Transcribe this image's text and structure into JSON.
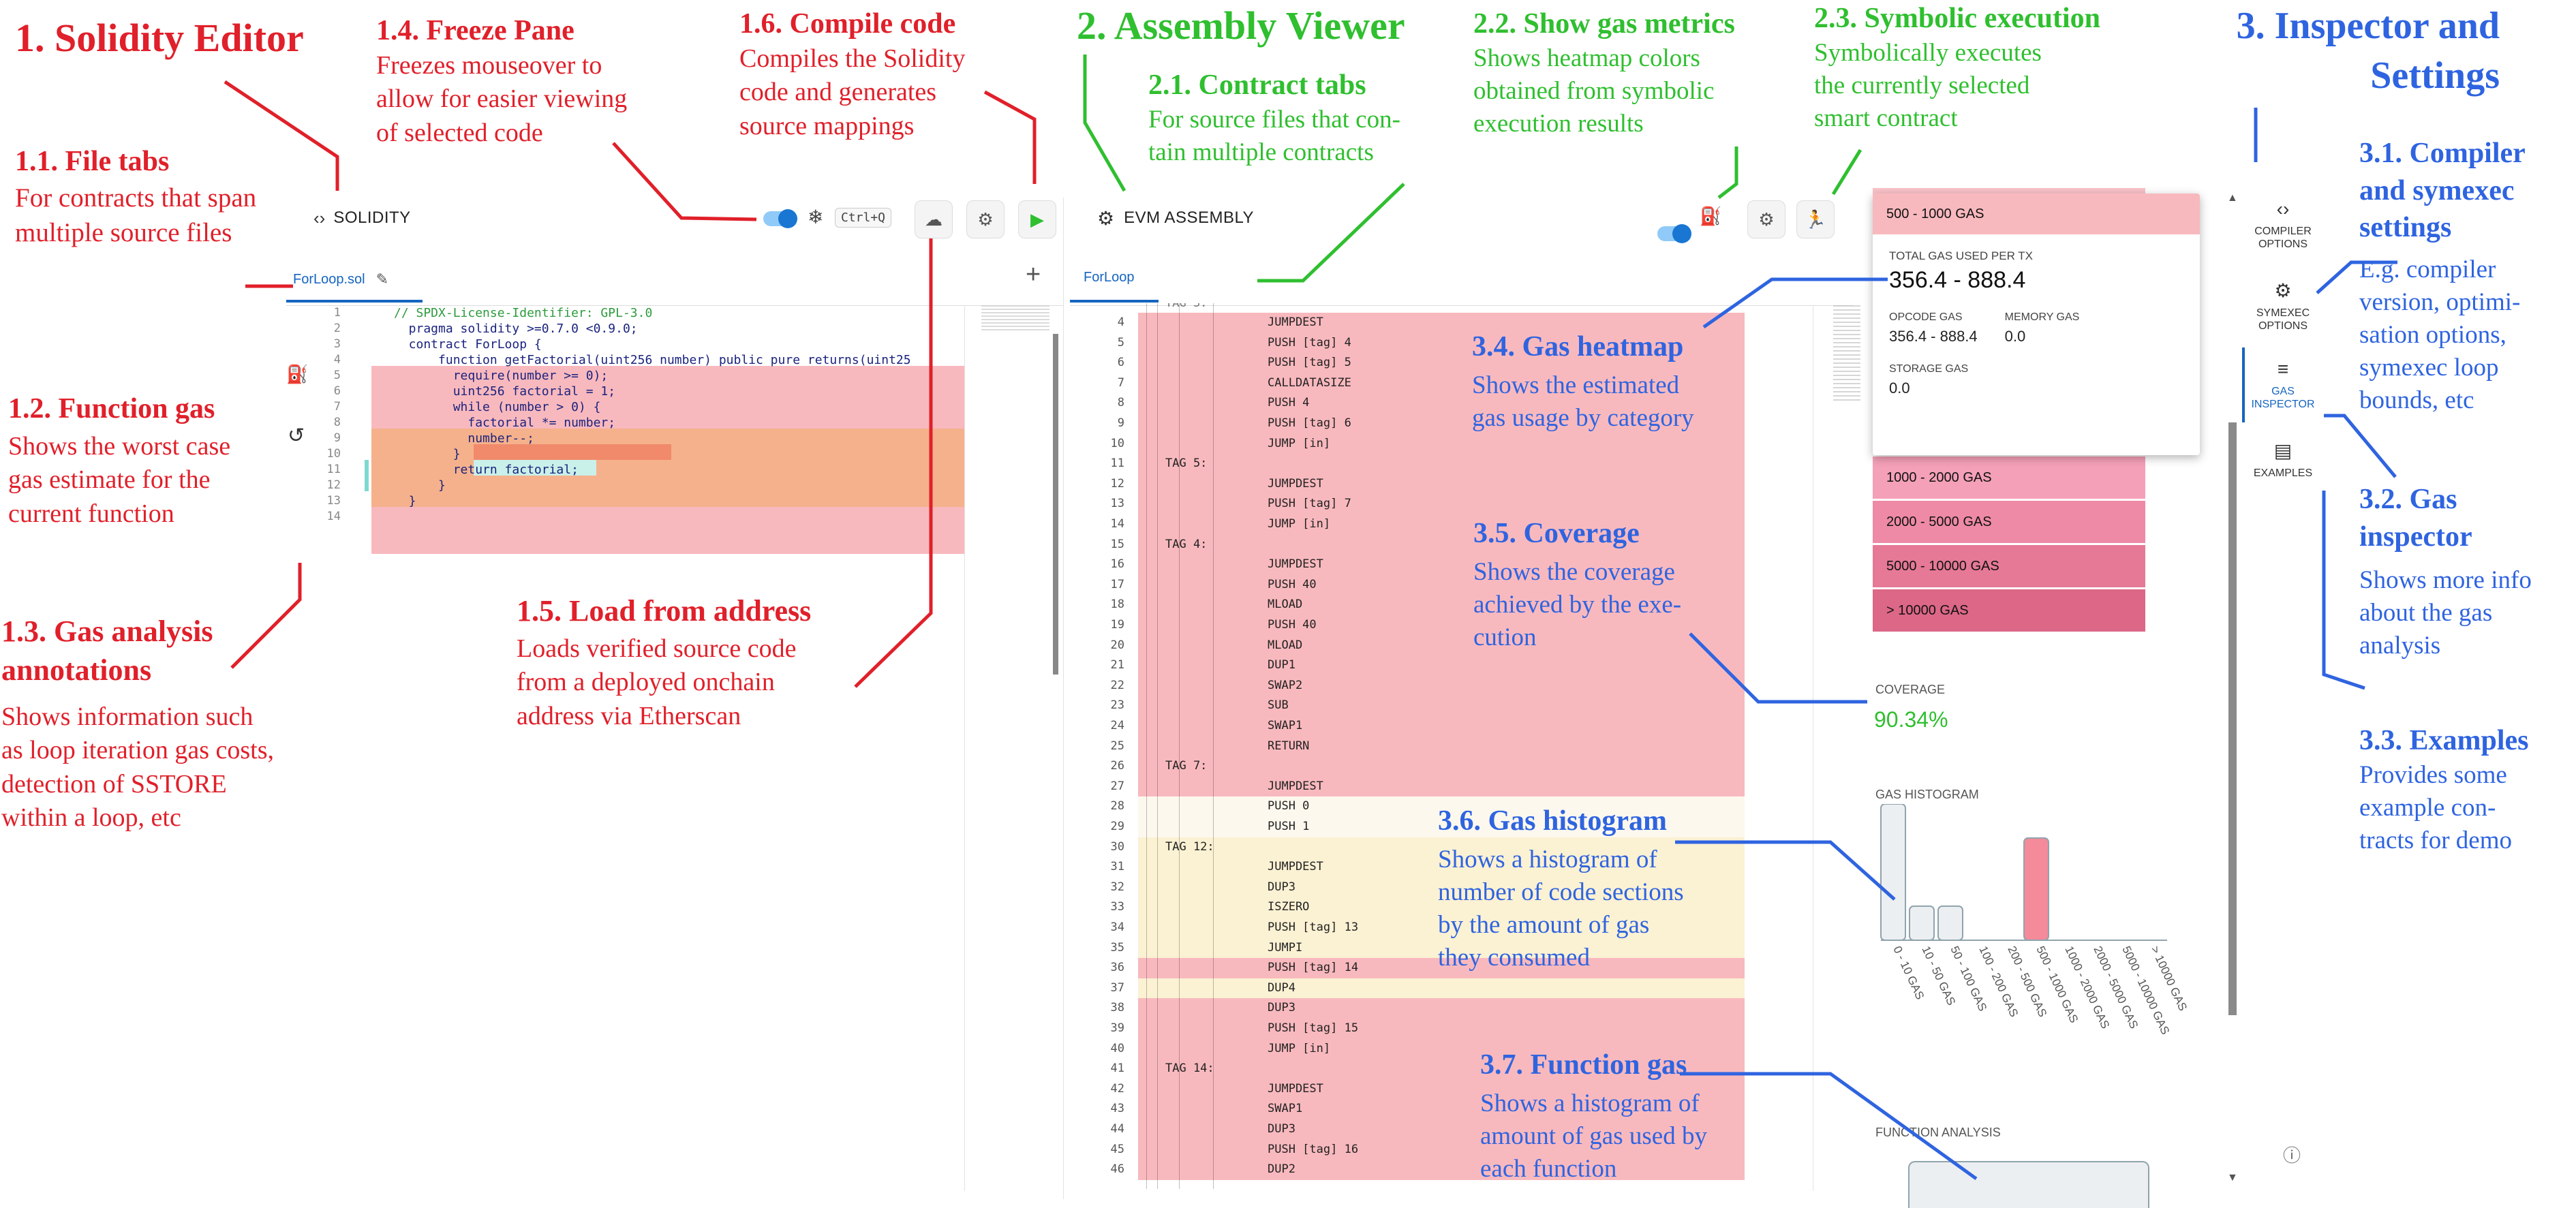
{
  "annotations": {
    "solidity_editor": {
      "title": "1. Solidity Editor"
    },
    "file_tabs": {
      "title": "1.1. File tabs",
      "body": "For contracts that span\nmultiple source files"
    },
    "function_gas": {
      "title": "1.2. Function gas",
      "body": "Shows the worst case\ngas estimate for the\ncurrent function"
    },
    "gas_annotations": {
      "title": "1.3. Gas analysis\nannotations",
      "body": "Shows information such\nas loop iteration gas costs,\ndetection of SSTORE\nwithin a loop, etc"
    },
    "freeze_pane": {
      "title": "1.4. Freeze Pane",
      "body": "Freezes mouseover to\nallow for easier viewing\nof selected code"
    },
    "load_address": {
      "title": "1.5. Load from address",
      "body": "Loads verified source code\nfrom a deployed onchain\naddress via Etherscan"
    },
    "compile_code": {
      "title": "1.6. Compile code",
      "body": "Compiles the Solidity\ncode and generates\nsource mappings"
    },
    "assembly_viewer": {
      "title": "2. Assembly Viewer"
    },
    "contract_tabs": {
      "title": "2.1. Contract tabs",
      "body": "For source files that con-\ntain multiple contracts"
    },
    "show_gas_metrics": {
      "title": "2.2. Show gas metrics",
      "body": "Shows heatmap colors\nobtained from symbolic\nexecution results"
    },
    "symbolic_execution": {
      "title": "2.3. Symbolic execution",
      "body": "Symbolically executes\nthe currently selected\nsmart contract"
    },
    "inspector_settings": {
      "title": "3. Inspector and\nSettings"
    },
    "compiler_settings": {
      "title": "3.1. Compiler\nand symexec\nsettings",
      "body": "E.g. compiler\nversion, optimi-\nsation options,\nsymexec loop\nbounds, etc"
    },
    "gas_inspector": {
      "title": "3.2. Gas\ninspector",
      "body": "Shows more info\nabout the gas\nanalysis"
    },
    "examples": {
      "title": "3.3. Examples",
      "body": "Provides some\nexample con-\ntracts for demo"
    },
    "gas_heatmap": {
      "title": "3.4. Gas heatmap",
      "body": "Shows the estimated\ngas usage by category"
    },
    "coverage": {
      "title": "3.5. Coverage",
      "body": "Shows the coverage\nachieved by the exe-\ncution"
    },
    "gas_histogram": {
      "title": "3.6. Gas histogram",
      "body": "Shows a histogram of\nnumber of code sections\nby the amount of gas\nthey consumed"
    },
    "function_gas_hist": {
      "title": "3.7. Function gas",
      "body": "Shows a histogram of\namount of gas used by\neach function"
    }
  },
  "editor": {
    "label": "SOLIDITY",
    "freeze_shortcut": "Ctrl+Q",
    "file_tab": "ForLoop.sol",
    "lines": [
      {
        "n": "1",
        "t": "// SPDX-License-Identifier: GPL-3.0"
      },
      {
        "n": "2",
        "t": "  pragma solidity >=0.7.0 <0.9.0;"
      },
      {
        "n": "3",
        "t": "  contract ForLoop {"
      },
      {
        "n": "4",
        "t": "      function getFactorial(uint256 number) public pure returns(uint25"
      },
      {
        "n": "5",
        "t": "        require(number >= 0);"
      },
      {
        "n": "6",
        "t": "        uint256 factorial = 1;"
      },
      {
        "n": "7",
        "t": "        while (number > 0) {"
      },
      {
        "n": "8",
        "t": "          factorial *= number;"
      },
      {
        "n": "9",
        "t": "          number--;"
      },
      {
        "n": "10",
        "t": "        }"
      },
      {
        "n": "11",
        "t": "        return factorial;"
      },
      {
        "n": "12",
        "t": "      }"
      },
      {
        "n": "13",
        "t": "  }"
      },
      {
        "n": "14",
        "t": ""
      }
    ]
  },
  "assembly": {
    "label": "EVM ASSEMBLY",
    "contract_tab": "ForLoop",
    "partial_header": "TAG 3:",
    "lines": [
      {
        "n": "4",
        "t": "JUMPDEST",
        "c": "pink",
        "i": 2
      },
      {
        "n": "5",
        "t": "PUSH [tag] 4",
        "c": "pink",
        "i": 2
      },
      {
        "n": "6",
        "t": "PUSH [tag] 5",
        "c": "pink",
        "i": 2
      },
      {
        "n": "7",
        "t": "CALLDATASIZE",
        "c": "pink",
        "i": 2
      },
      {
        "n": "8",
        "t": "PUSH 4",
        "c": "pink",
        "i": 2
      },
      {
        "n": "9",
        "t": "PUSH [tag] 6",
        "c": "pink",
        "i": 2
      },
      {
        "n": "10",
        "t": "JUMP [in]",
        "c": "pink",
        "i": 2
      },
      {
        "n": "11",
        "t": "TAG 5:",
        "c": "pink",
        "i": 1
      },
      {
        "n": "12",
        "t": "JUMPDEST",
        "c": "pink",
        "i": 2
      },
      {
        "n": "13",
        "t": "PUSH [tag] 7",
        "c": "pink",
        "i": 2
      },
      {
        "n": "14",
        "t": "JUMP [in]",
        "c": "pink",
        "i": 2
      },
      {
        "n": "15",
        "t": "TAG 4:",
        "c": "pink",
        "i": 1
      },
      {
        "n": "16",
        "t": "JUMPDEST",
        "c": "pink",
        "i": 2
      },
      {
        "n": "17",
        "t": "PUSH 40",
        "c": "pink",
        "i": 2
      },
      {
        "n": "18",
        "t": "MLOAD",
        "c": "pink",
        "i": 2
      },
      {
        "n": "19",
        "t": "PUSH 40",
        "c": "pink",
        "i": 2
      },
      {
        "n": "20",
        "t": "MLOAD",
        "c": "pink",
        "i": 2
      },
      {
        "n": "21",
        "t": "DUP1",
        "c": "pink",
        "i": 2
      },
      {
        "n": "22",
        "t": "SWAP2",
        "c": "pink",
        "i": 2
      },
      {
        "n": "23",
        "t": "SUB",
        "c": "pink",
        "i": 2
      },
      {
        "n": "24",
        "t": "SWAP1",
        "c": "pink",
        "i": 2
      },
      {
        "n": "25",
        "t": "RETURN",
        "c": "pink",
        "i": 2
      },
      {
        "n": "26",
        "t": "TAG 7:",
        "c": "pink",
        "i": 1
      },
      {
        "n": "27",
        "t": "JUMPDEST",
        "c": "pink",
        "i": 2
      },
      {
        "n": "28",
        "t": "PUSH 0",
        "c": "pale",
        "i": 2
      },
      {
        "n": "29",
        "t": "PUSH 1",
        "c": "pale",
        "i": 2
      },
      {
        "n": "30",
        "t": "TAG 12:",
        "c": "cream",
        "i": 1
      },
      {
        "n": "31",
        "t": "JUMPDEST",
        "c": "cream",
        "i": 2
      },
      {
        "n": "32",
        "t": "DUP3",
        "c": "cream",
        "i": 2
      },
      {
        "n": "33",
        "t": "ISZERO",
        "c": "cream",
        "i": 2
      },
      {
        "n": "34",
        "t": "PUSH [tag] 13",
        "c": "cream",
        "i": 2
      },
      {
        "n": "35",
        "t": "JUMPI",
        "c": "cream",
        "i": 2
      },
      {
        "n": "36",
        "t": "PUSH [tag] 14",
        "c": "pink",
        "i": 2
      },
      {
        "n": "37",
        "t": "DUP4",
        "c": "cream",
        "i": 2
      },
      {
        "n": "38",
        "t": "DUP3",
        "c": "pink",
        "i": 2
      },
      {
        "n": "39",
        "t": "PUSH [tag] 15",
        "c": "pink",
        "i": 2
      },
      {
        "n": "40",
        "t": "JUMP [in]",
        "c": "pink",
        "i": 2
      },
      {
        "n": "41",
        "t": "TAG 14:",
        "c": "pink",
        "i": 1
      },
      {
        "n": "42",
        "t": "JUMPDEST",
        "c": "pink",
        "i": 2
      },
      {
        "n": "43",
        "t": "SWAP1",
        "c": "pink",
        "i": 2
      },
      {
        "n": "44",
        "t": "DUP3",
        "c": "pink",
        "i": 2
      },
      {
        "n": "45",
        "t": "PUSH [tag] 16",
        "c": "pink",
        "i": 2
      },
      {
        "n": "46",
        "t": "DUP2",
        "c": "pink",
        "i": 2
      }
    ]
  },
  "inspector": {
    "tooltip": {
      "header": "500 - 1000 GAS",
      "total_label": "TOTAL GAS USED PER TX",
      "total_value": "356.4 - 888.4",
      "opcode_label": "OPCODE GAS",
      "opcode_value": "356.4 - 888.4",
      "memory_label": "MEMORY GAS",
      "memory_value": "0.0",
      "storage_label": "STORAGE GAS",
      "storage_value": "0.0"
    },
    "legend": [
      {
        "label": "1000 - 2000 GAS",
        "color": "#f4a0b8"
      },
      {
        "label": "2000 - 5000 GAS",
        "color": "#ee8aa6"
      },
      {
        "label": "5000 - 10000 GAS",
        "color": "#e57996"
      },
      {
        "label": "> 10000 GAS",
        "color": "#dc6787"
      }
    ],
    "coverage_label": "COVERAGE",
    "coverage_value": "90.34%",
    "histogram_label": "GAS HISTOGRAM",
    "function_analysis_label": "FUNCTION ANALYSIS",
    "sidebar": [
      {
        "label": "COMPILER\nOPTIONS",
        "icon": "‹›"
      },
      {
        "label": "SYMEXEC\nOPTIONS",
        "icon": "⚙"
      },
      {
        "label": "GAS\nINSPECTOR",
        "icon": "≡"
      },
      {
        "label": "EXAMPLES",
        "icon": "▤"
      }
    ]
  },
  "chart_data": {
    "type": "bar",
    "categories": [
      "0 - 10 GAS",
      "10 - 50 GAS",
      "50 - 100 GAS",
      "100 - 200 GAS",
      "200 - 500 GAS",
      "500 - 1000 GAS",
      "1000 - 2000 GAS",
      "2000 - 5000 GAS",
      "5000 - 10000 GAS",
      "> 10000 GAS"
    ],
    "values": [
      4,
      1,
      1,
      0,
      0,
      3,
      0,
      0,
      0,
      0
    ],
    "highlight_index": 5,
    "colors": {
      "default": "#eceff1",
      "highlight": "#f48a9a",
      "stroke": "#90a4ae"
    }
  },
  "colors": {
    "pink": "#f8b9be",
    "pale": "#fdf8ee",
    "cream": "#fbf1d3",
    "orange": "#f5b18c",
    "accent": "#1565c0"
  }
}
